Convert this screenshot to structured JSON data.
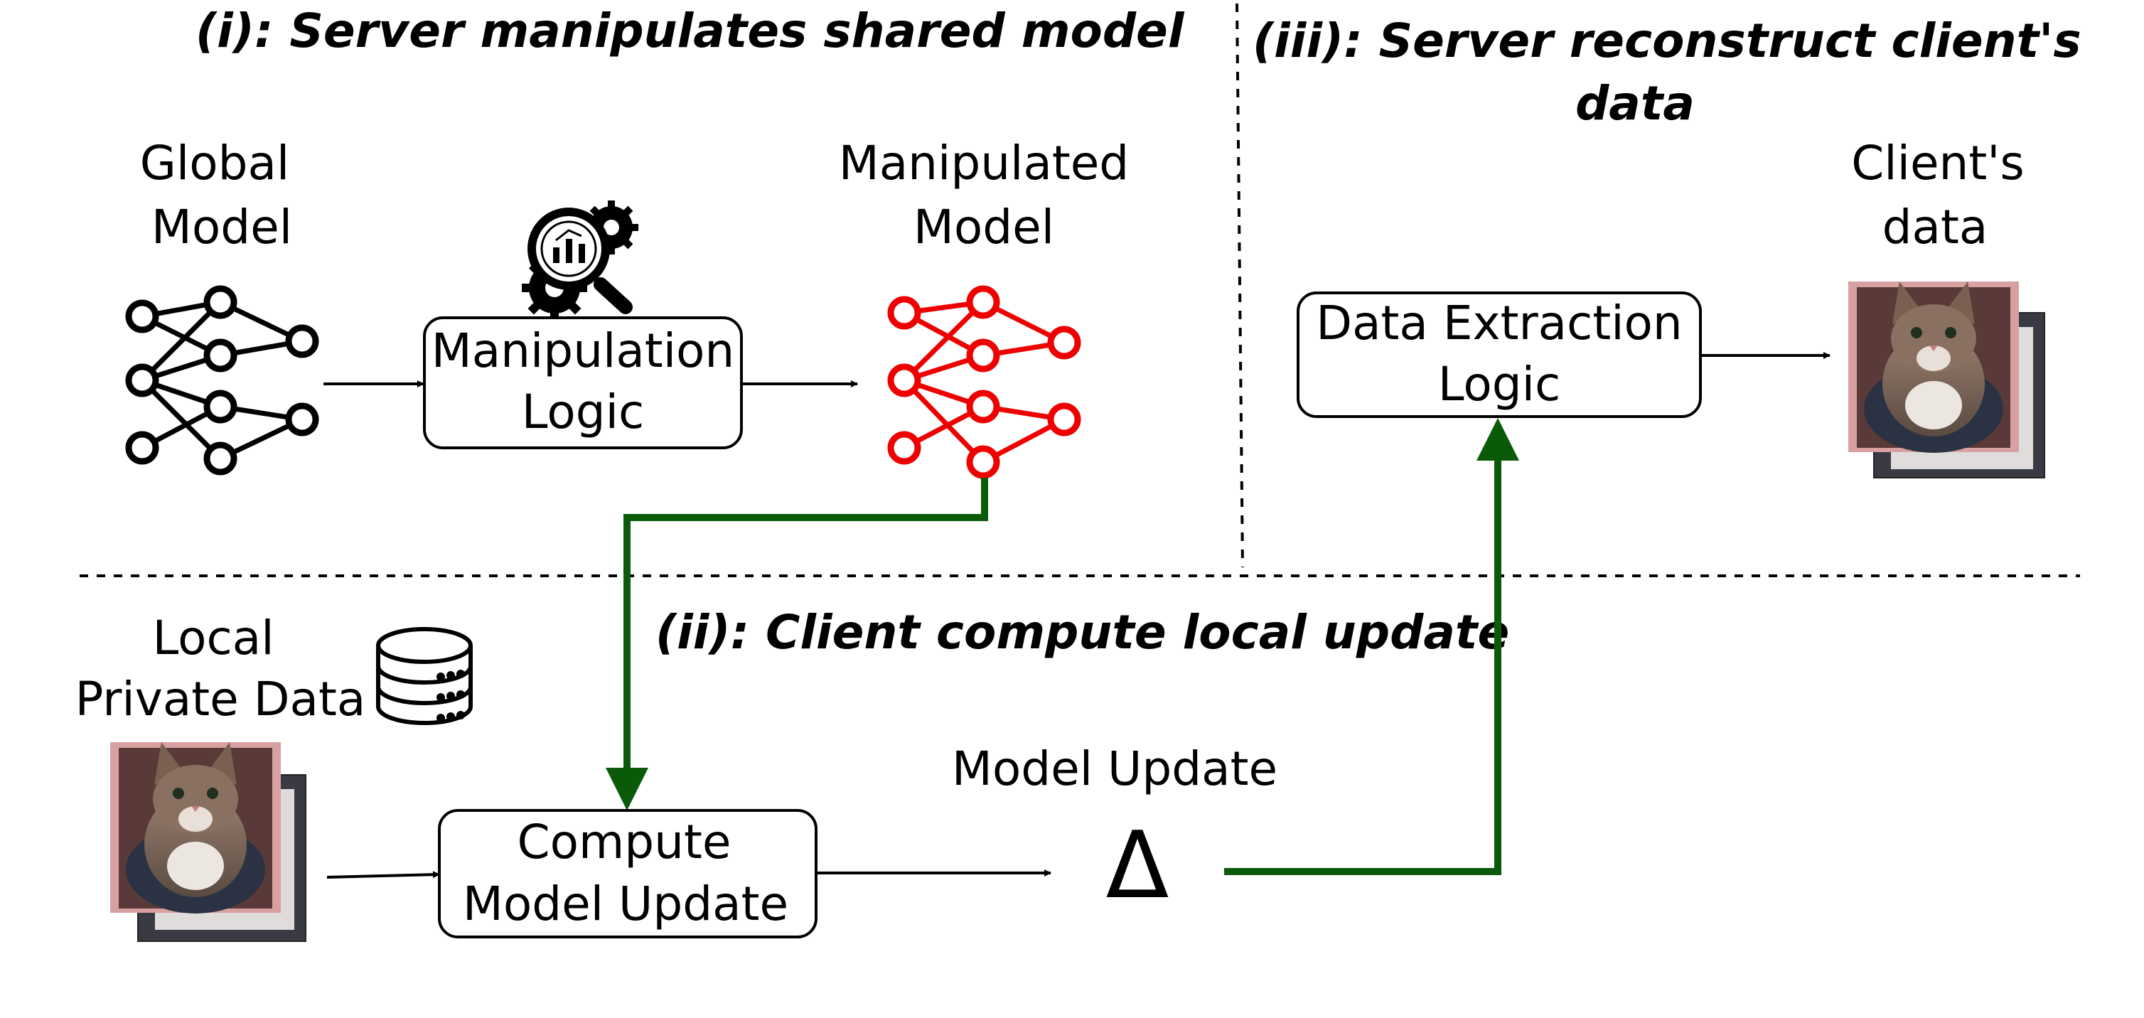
{
  "headings": {
    "phase1": "(i): Server manipulates shared model",
    "phase2": "(ii): Client compute local update",
    "phase3_line1": "(iii): Server reconstruct client's",
    "phase3_line2": "data"
  },
  "labels": {
    "global_model_line1": "Global",
    "global_model_line2": "Model",
    "manipulated_model_line1": "Manipulated",
    "manipulated_model_line2": "Model",
    "clients_data_line1": "Client's",
    "clients_data_line2": "data",
    "local_data_line1": "Local",
    "local_data_line2": "Private Data",
    "model_update": "Model Update",
    "delta_symbol": "Δ"
  },
  "boxes": {
    "manipulation_logic_line1": "Manipulation",
    "manipulation_logic_line2": "Logic",
    "data_extraction_line1": "Data Extraction",
    "data_extraction_line2": "Logic",
    "compute_update_line1": "Compute",
    "compute_update_line2": "Model Update"
  },
  "colors": {
    "benign_model": "#000000",
    "manipulated_model": "#ee0000",
    "update_flow_arrow": "#0a5a0a"
  },
  "icons": {
    "analytics_gears": "analytics-gears-icon",
    "database": "database-icon",
    "neural_network": "neural-network-icon",
    "cat_photo": "cat-photo-image"
  }
}
